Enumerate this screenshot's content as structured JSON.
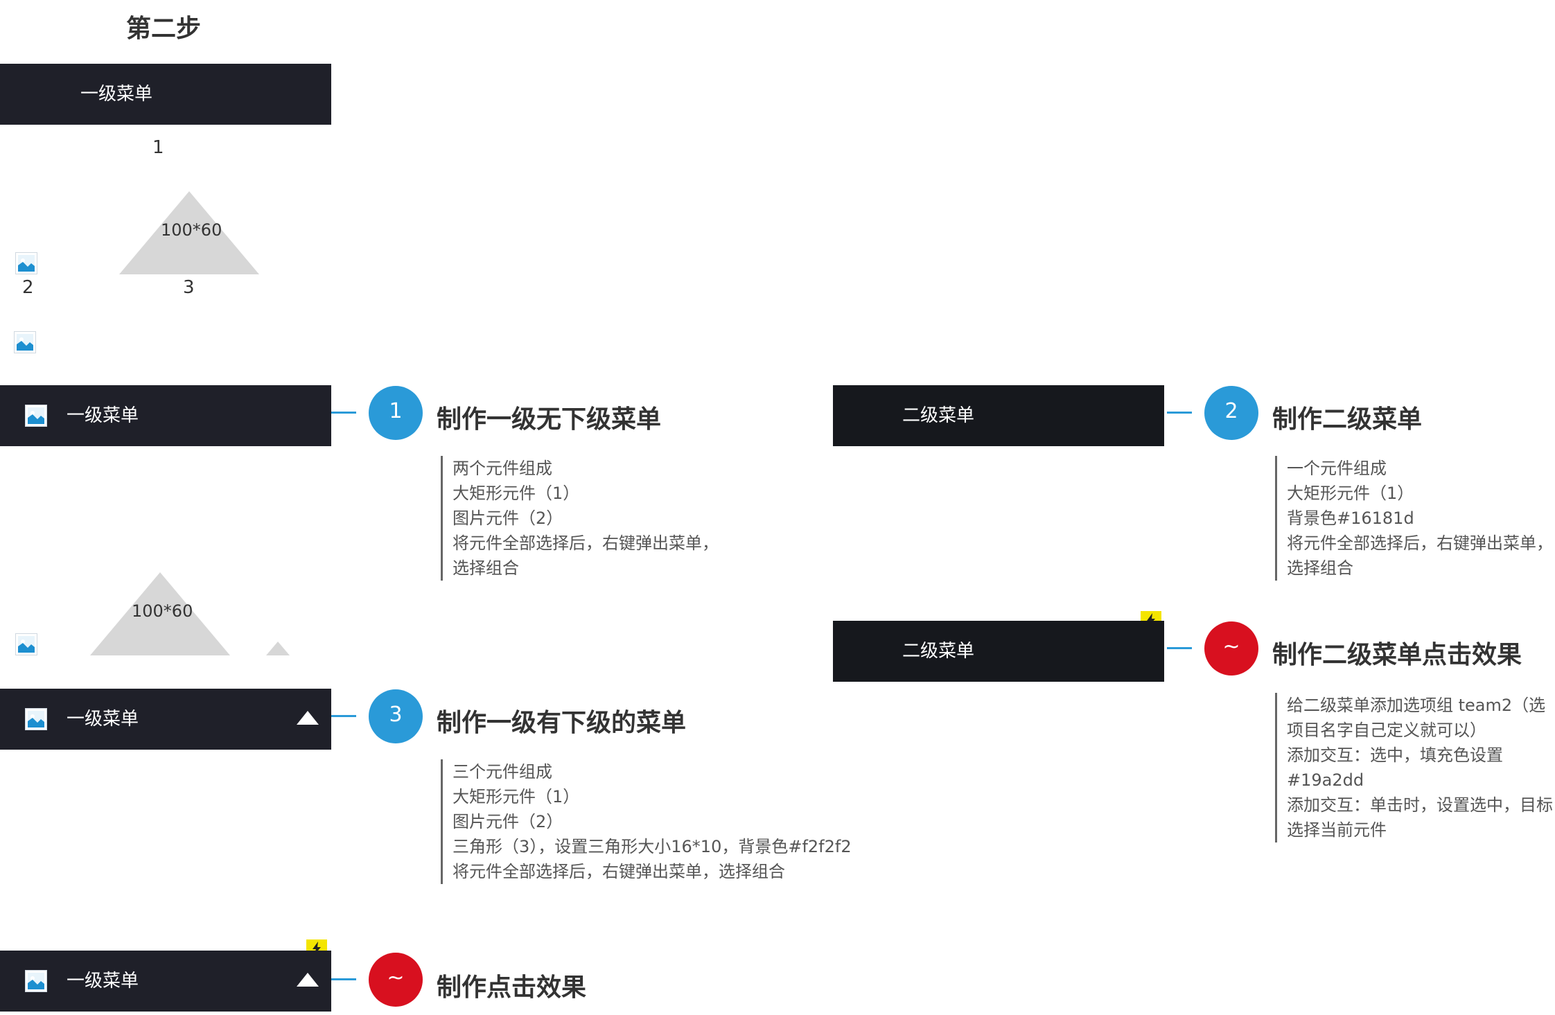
{
  "page": {
    "step_title": "第二步",
    "top_bar_label": "一级菜单"
  },
  "diagram_labels": {
    "n1": "1",
    "n2": "2",
    "n3": "3",
    "size_top": "100*60",
    "size_mid": "100*60"
  },
  "steps": [
    {
      "badge": "1",
      "bar_label": "一级菜单",
      "heading": "制作一级无下级菜单",
      "lines": [
        "两个元件组成",
        "大矩形元件（1）",
        "图片元件（2）",
        "将元件全部选择后，右键弹出菜单，",
        "选择组合"
      ]
    },
    {
      "badge": "2",
      "bar_label": "二级菜单",
      "heading": "制作二级菜单",
      "lines": [
        "一个元件组成",
        "大矩形元件（1）",
        "背景色#16181d",
        "将元件全部选择后，右键弹出菜单，",
        "选择组合"
      ]
    },
    {
      "badge": "3",
      "bar_label": "一级菜单",
      "heading": "制作一级有下级的菜单",
      "lines": [
        "三个元件组成",
        "大矩形元件（1）",
        "图片元件（2）",
        "三角形（3），设置三角形大小16*10，背景色#f2f2f2",
        "将元件全部选择后，右键弹出菜单，选择组合"
      ]
    },
    {
      "badge": "~",
      "bar_label": "二级菜单",
      "heading": "制作二级菜单点击效果",
      "lines": [
        "给二级菜单添加选项组 team2（选",
        "项目名字自己定义就可以）",
        "添加交互：选中，填充色设置",
        "#19a2dd",
        "添加交互：单击时，设置选中，目标",
        "选择当前元件"
      ]
    },
    {
      "badge": "~",
      "bar_label": "一级菜单",
      "heading": "制作点击效果"
    }
  ],
  "colors": {
    "bar": "#1f2029",
    "bar_secondary": "#16181d",
    "accent_blue": "#2a9ad8",
    "accent_red": "#d8101f",
    "triangle_gray": "#d7d7d7",
    "bolt_yellow": "#f4e500"
  },
  "icons": [
    "image-icon",
    "triangle-up-icon",
    "lightning-icon"
  ]
}
